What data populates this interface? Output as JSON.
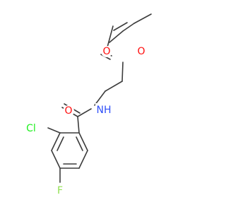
{
  "molecule": {
    "atoms": [
      {
        "id": "O1",
        "symbol": "O",
        "label": "O",
        "color": "#ff0d0d"
      },
      {
        "id": "O2",
        "symbol": "O",
        "label": "O",
        "color": "#ff0d0d"
      },
      {
        "id": "N1",
        "symbol": "N",
        "label": "NH",
        "color": "#3050f8"
      },
      {
        "id": "O3",
        "symbol": "O",
        "label": "O",
        "color": "#ff0d0d"
      },
      {
        "id": "Cl1",
        "symbol": "Cl",
        "label": "Cl",
        "color": "#1ff01f"
      },
      {
        "id": "F1",
        "symbol": "F",
        "label": "F",
        "color": "#90e050"
      }
    ],
    "bond_color": "#3c3c3c"
  }
}
